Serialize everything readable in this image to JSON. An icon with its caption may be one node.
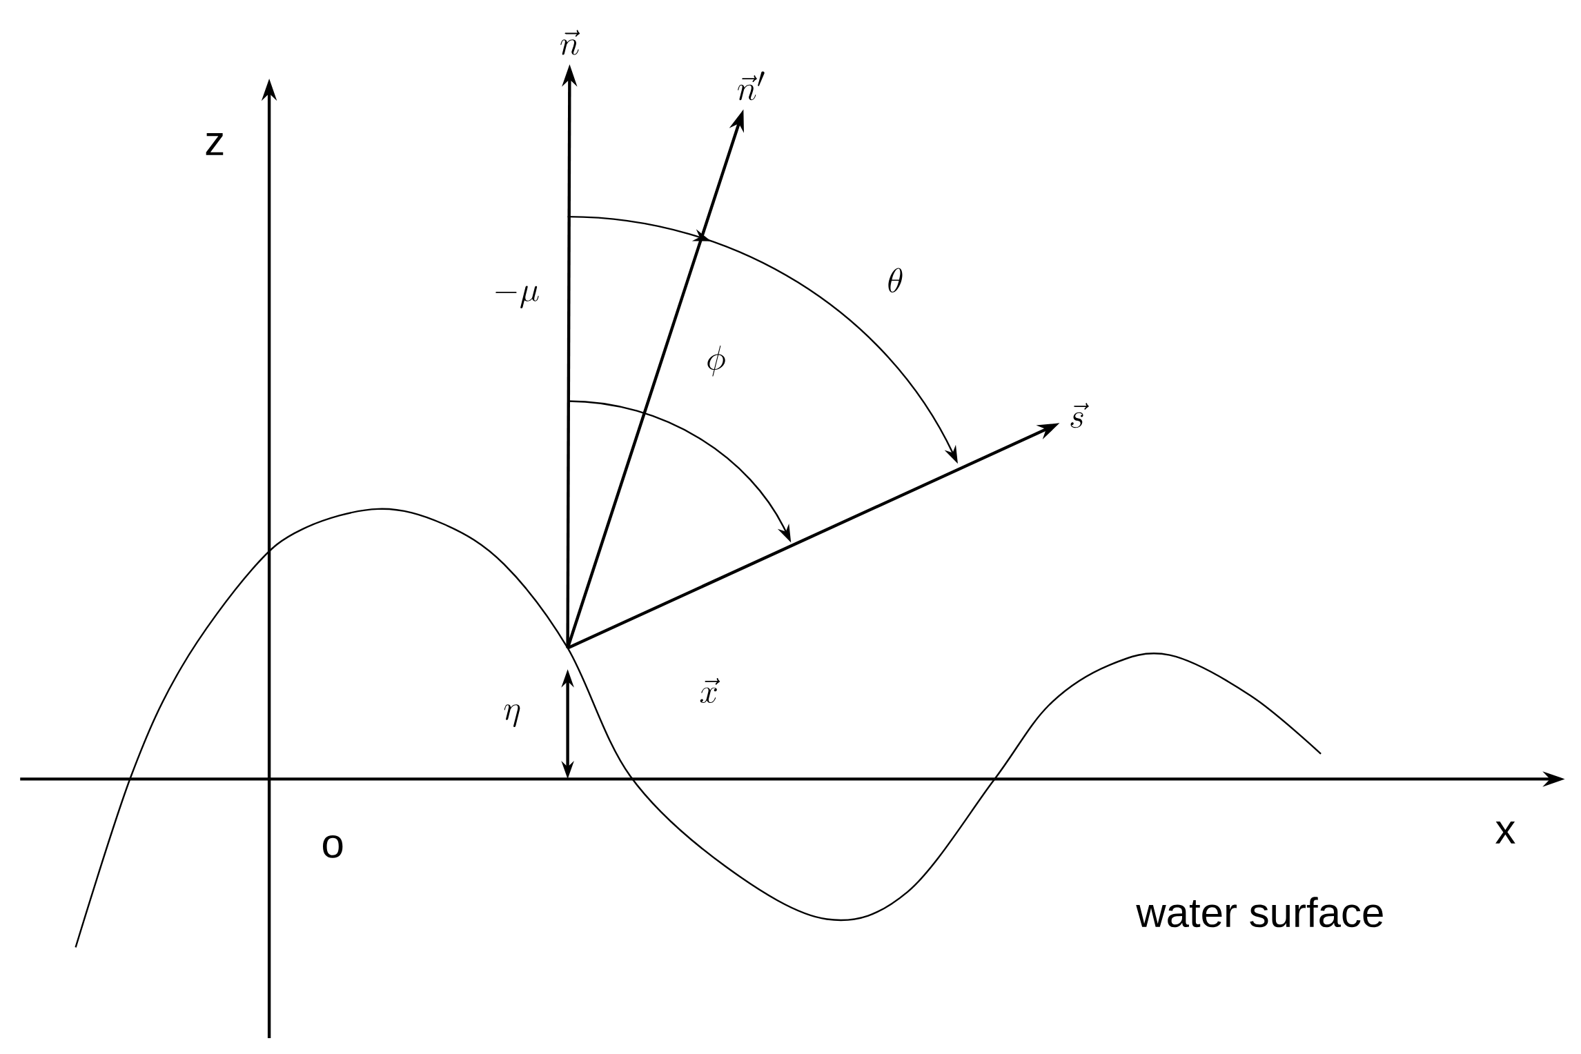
{
  "diagram": {
    "nodes": [
      {
        "text": [
          "\\vec{n}"
        ]
      },
      {
        "text": [
          "\\vec{n}'"
        ]
      },
      {
        "text": [
          "\\vec{s}"
        ]
      }
    ],
    "edges": [
      {
        "from": null,
        "to": 0,
        "arrow": "to"
      },
      {
        "from": null,
        "to": 1,
        "arrow": "to"
      },
      {
        "from": null,
        "to": 2,
        "arrow": "to"
      }
    ],
    "labels": [
      "z",
      "-\\mu",
      "\\theta",
      "\\phi",
      "\\eta",
      "\\vec{x}",
      "x",
      "o",
      "water surface"
    ]
  }
}
